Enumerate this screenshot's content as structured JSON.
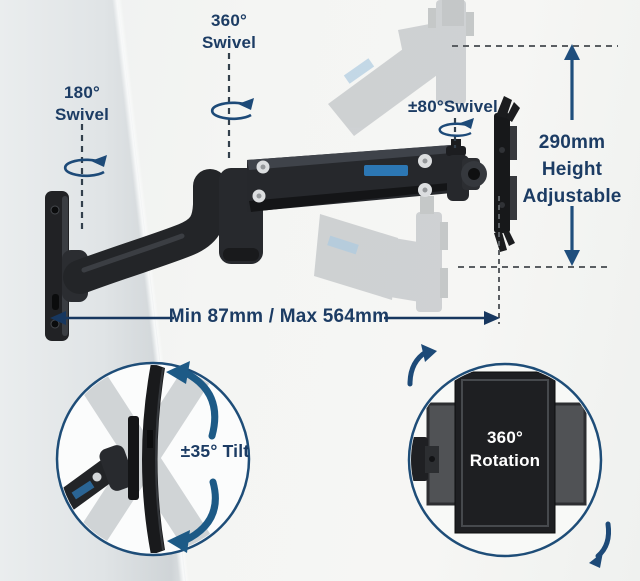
{
  "figure": {
    "kind": "monitor wall-mount arm feature diagram"
  },
  "labels": {
    "swivel_180": {
      "line1": "180°",
      "line2": "Swivel"
    },
    "swivel_360": {
      "line1": "360°",
      "line2": "Swivel"
    },
    "swivel_80": "±80°Swivel",
    "height_adjust": {
      "line1": "290mm",
      "line2": "Height",
      "line3": "Adjustable"
    },
    "extension_range": "Min 87mm / Max 564mm",
    "tilt": "±35° Tilt",
    "rotation": {
      "line1": "360°",
      "line2": "Rotation"
    }
  },
  "colors": {
    "label_text": "#1c3c64",
    "annotation_arrow_blue": "#1f4e7d",
    "measure_navy": "#17375f",
    "inset_circle_border": "#1e4d78",
    "curved_arrow_teal": "#1d5a86",
    "product_black": "#1d1f22",
    "ghost_gray": "#9aa0a6",
    "brand_logo_blue": "#2e80c3",
    "rotation_label_text": "#ffffff",
    "wall_light": "#f4f5f3",
    "wall_shaded": "#dce0e2"
  },
  "icons": {
    "axis_rotation_icon": "curved-ellipse-rotation-arrow",
    "tilt_arc_icon": "curved-arc-arrow",
    "rotation_swoosh_icon": "curved-swoosh-arrow",
    "height_icon": "double-headed-vertical-arrow",
    "extension_icon": "double-headed-horizontal-arrow"
  }
}
